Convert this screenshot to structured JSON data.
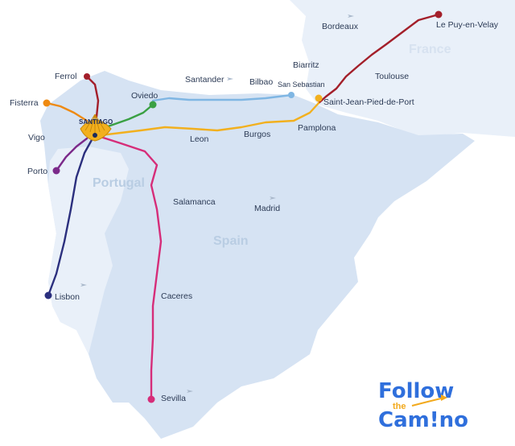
{
  "countries": {
    "spain": "Spain",
    "portugal": "Portugal",
    "france": "France"
  },
  "hub": "SANTIAGO",
  "cities": {
    "le_puy": "Le Puy-en-Velay",
    "bordeaux": "Bordeaux",
    "toulouse": "Toulouse",
    "biarritz": "Biarritz",
    "santander": "Santander",
    "bilbao": "Bilbao",
    "san_sebastian": "San Sebastian",
    "saint_jean": "Saint-Jean-Pied-de-Port",
    "pamplona": "Pamplona",
    "burgos": "Burgos",
    "leon": "Leon",
    "oviedo": "Oviedo",
    "ferrol": "Ferrol",
    "fisterra": "Fisterra",
    "vigo": "Vigo",
    "porto": "Porto",
    "lisbon": "Lisbon",
    "salamanca": "Salamanca",
    "madrid": "Madrid",
    "caceres": "Caceres",
    "sevilla": "Sevilla"
  },
  "logo": {
    "line1": "Follow",
    "line2": "the",
    "line3": "Cam!no"
  },
  "colors": {
    "land": "#d6e3f3",
    "land_light": "#e9f0f9",
    "sea": "#ffffff",
    "route_french": "#f2b01e",
    "route_le_puy": "#a31f2a",
    "route_north": "#7fb6e3",
    "route_primitivo": "#3aa043",
    "route_ingles": "#a31f2a",
    "route_fisterra": "#ee8a12",
    "route_portugues": "#7c2a8a",
    "route_portugues_lisbon": "#2b2f7e",
    "route_via_plata": "#d62d79",
    "logo_blue": "#2f6fdc",
    "logo_orange": "#f2a91c"
  }
}
